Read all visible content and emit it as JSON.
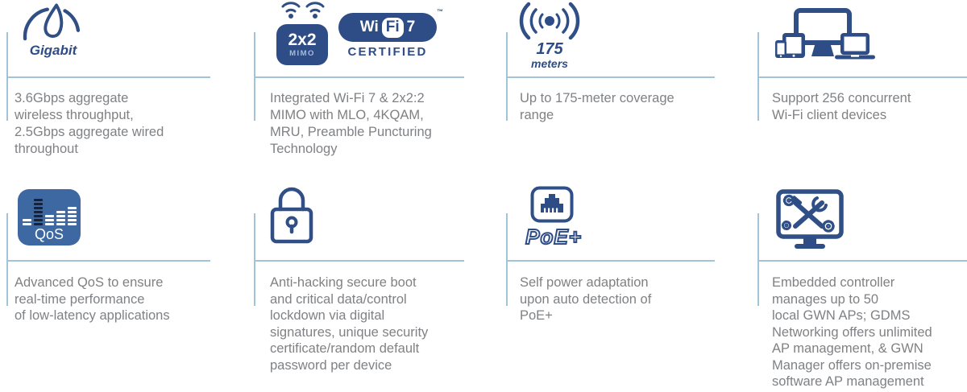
{
  "colors": {
    "navy": "#2e4d86",
    "qos_badge_bg": "#3e68a2",
    "qos_dark_bar": "#15223a",
    "accent_line": "#a2c4d9",
    "body_text": "#7f8184",
    "background": "#ffffff"
  },
  "features": [
    {
      "name": "gigabit-throughput",
      "icon": "speedometer-icon",
      "label": "Gigabit",
      "text": "3.6Gbps aggregate\nwireless throughput,\n2.5Gbps aggregate wired\nthroughout"
    },
    {
      "name": "wifi7-mimo",
      "icon": "wifi7-certified-logo",
      "badge": {
        "top": "2x2",
        "bottom": "MIMO"
      },
      "logo": {
        "wi": "Wi",
        "fi": "Fi",
        "seven": "7",
        "tm": "™",
        "certified": "CERTIFIED"
      },
      "text": "Integrated Wi-Fi 7 & 2x2:2\nMIMO with MLO, 4KQAM,\nMRU, Preamble Puncturing\nTechnology"
    },
    {
      "name": "coverage-range",
      "icon": "signal-range-icon",
      "value": "175",
      "unit": "meters",
      "text": "Up to 175-meter coverage\nrange"
    },
    {
      "name": "client-capacity",
      "icon": "devices-icon",
      "text": "Support 256 concurrent\nWi-Fi client devices"
    },
    {
      "name": "advanced-qos",
      "icon": "qos-badge-icon",
      "label": "QoS",
      "text": "Advanced QoS to ensure\nreal-time performance\nof low-latency applications"
    },
    {
      "name": "security",
      "icon": "padlock-icon",
      "text": "Anti-hacking secure boot\nand critical data/control\nlockdown via digital\nsignatures, unique security\ncertificate/random default\npassword per device"
    },
    {
      "name": "poe-power",
      "icon": "ethernet-port-icon",
      "label": "PoE+",
      "text": "Self power adaptation\nupon auto detection of\nPoE+"
    },
    {
      "name": "management",
      "icon": "managed-monitor-icon",
      "text": "Embedded controller\nmanages up to 50\nlocal GWN APs; GDMS\nNetworking offers unlimited\nAP management, & GWN\nManager offers on-premise\nsoftware AP management"
    }
  ]
}
